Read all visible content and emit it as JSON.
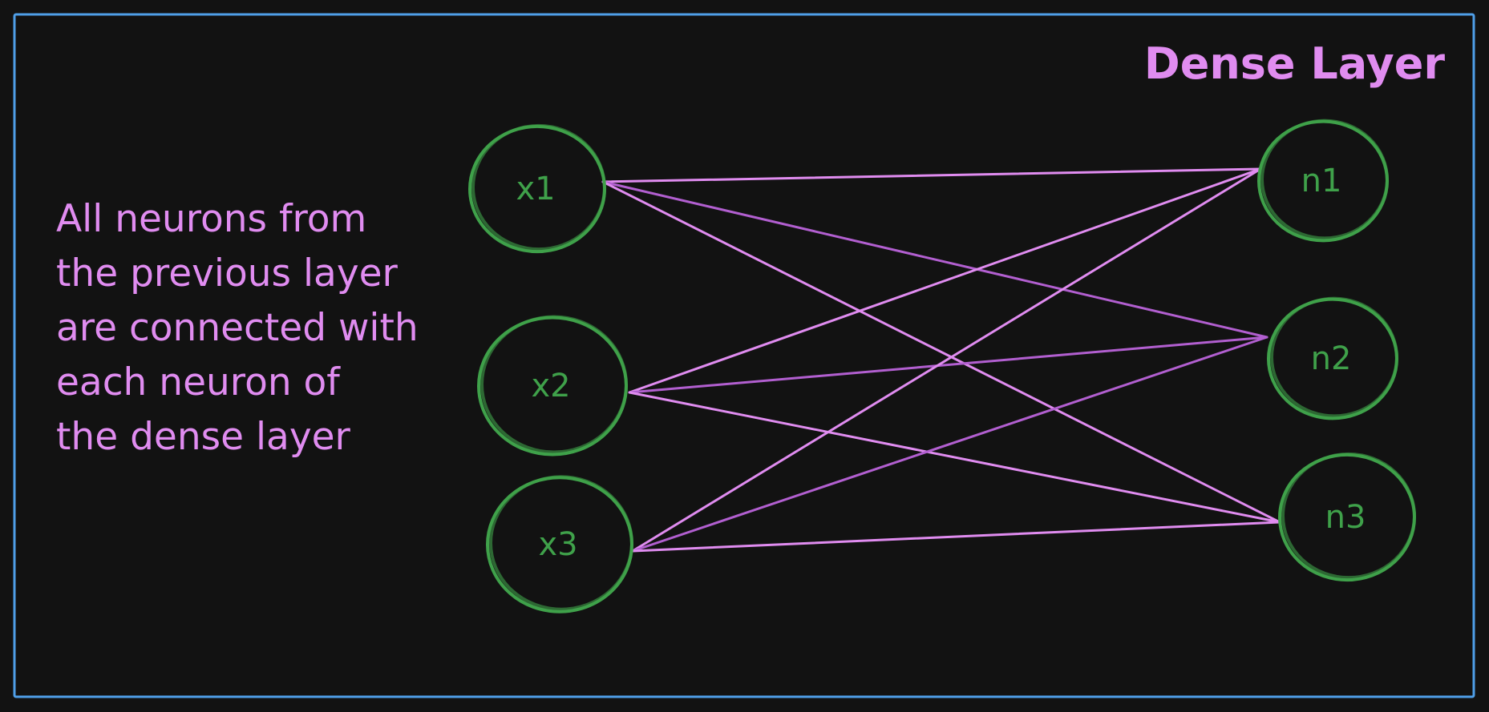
{
  "colors": {
    "background": "#121212",
    "frame": "#4f9fe8",
    "text": "#e08cf0",
    "edge": "#e08cf0",
    "edge_dim": "#b25fd0",
    "node": "#3fa14a"
  },
  "title": "Dense Layer",
  "caption": [
    "All neurons from",
    "the previous layer",
    "are connected with",
    "each neuron of",
    "the dense layer"
  ],
  "input_nodes": [
    {
      "id": "x1",
      "label": "x1"
    },
    {
      "id": "x2",
      "label": "x2"
    },
    {
      "id": "x3",
      "label": "x3"
    }
  ],
  "dense_nodes": [
    {
      "id": "n1",
      "label": "n1"
    },
    {
      "id": "n2",
      "label": "n2"
    },
    {
      "id": "n3",
      "label": "n3"
    }
  ],
  "connections": [
    {
      "from": "x1",
      "to": "n1"
    },
    {
      "from": "x1",
      "to": "n2"
    },
    {
      "from": "x1",
      "to": "n3"
    },
    {
      "from": "x2",
      "to": "n1"
    },
    {
      "from": "x2",
      "to": "n2"
    },
    {
      "from": "x2",
      "to": "n3"
    },
    {
      "from": "x3",
      "to": "n1"
    },
    {
      "from": "x3",
      "to": "n2"
    },
    {
      "from": "x3",
      "to": "n3"
    }
  ]
}
